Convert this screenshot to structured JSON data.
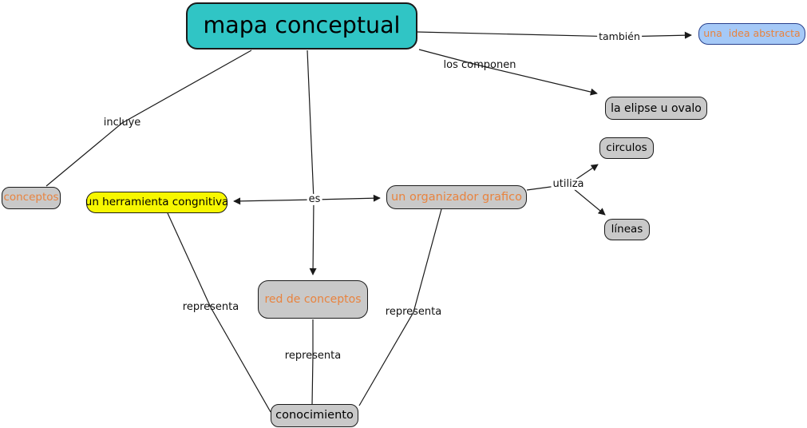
{
  "diagram": {
    "type": "concept-map",
    "nodes": {
      "mapa_conceptual": {
        "label": "mapa conceptual",
        "bg": "#30c5c5",
        "text_color": "#000000"
      },
      "una_idea_abstracta": {
        "label": "una  idea abstracta",
        "bg": "#a5c9f7",
        "border": "#28408c",
        "text_color": "#e8833f"
      },
      "la_elipse_u_ovalo": {
        "label": "la elipse u ovalo",
        "bg": "#c9c9c9",
        "text_color": "#000000"
      },
      "circulos": {
        "label": "circulos",
        "bg": "#c9c9c9",
        "text_color": "#000000"
      },
      "lineas": {
        "label": "líneas",
        "bg": "#c9c9c9",
        "text_color": "#000000"
      },
      "conceptos": {
        "label": "conceptos",
        "bg": "#c9c9c9",
        "text_color": "#e8833f"
      },
      "herramienta": {
        "label": "un herramienta congnitiva",
        "bg": "#f7f700",
        "text_color": "#000000"
      },
      "organizador": {
        "label": "un organizador grafico",
        "bg": "#c9c9c9",
        "text_color": "#e8833f"
      },
      "red_de_conceptos": {
        "label": "red de conceptos",
        "bg": "#c9c9c9",
        "text_color": "#e8833f"
      },
      "conocimiento": {
        "label": "conocimiento",
        "bg": "#c9c9c9",
        "text_color": "#000000"
      }
    },
    "edge_labels": {
      "tambien": "también",
      "los_componen": "los componen",
      "incluye": "incluye",
      "es": "es",
      "utiliza": "utiliza",
      "representa_left": "representa",
      "representa_center": "representa",
      "representa_right": "representa"
    },
    "colors": {
      "canvas_bg": "#ffffff",
      "edge": "#1a1a1a",
      "node_teal": "#30c5c5",
      "node_blue_bg": "#a5c9f7",
      "node_blue_border": "#28408c",
      "node_gray": "#c9c9c9",
      "node_yellow": "#f7f700",
      "orange_text": "#e8833f"
    }
  }
}
